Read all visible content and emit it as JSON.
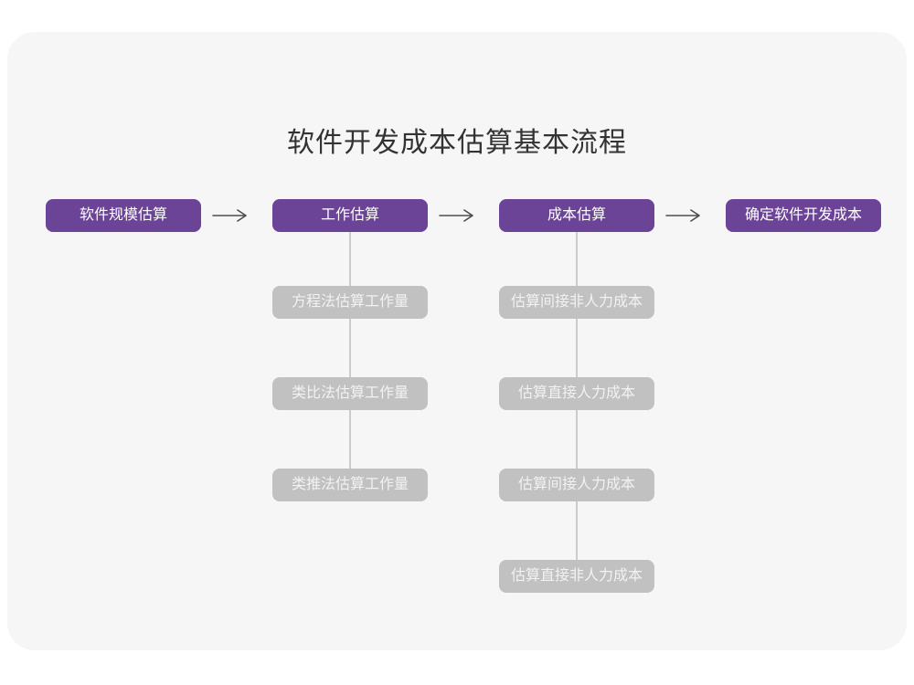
{
  "title": "软件开发成本估算基本流程",
  "colors": {
    "primary": "#6b4397",
    "primary_text": "#ffffff",
    "secondary": "#c1c1c1",
    "secondary_text": "#f2f2f2",
    "canvas": "#f6f6f6",
    "page": "#ffffff",
    "arrow": "#4d4d4d",
    "connector": "#cccccc",
    "title_text": "#333333"
  },
  "flow": {
    "type": "flowchart",
    "main_steps": [
      {
        "label": "软件规模估算"
      },
      {
        "label": "工作估算"
      },
      {
        "label": "成本估算"
      },
      {
        "label": "确定软件开发成本"
      }
    ],
    "effort_substeps": [
      {
        "label": "方程法估算工作量"
      },
      {
        "label": "类比法估算工作量"
      },
      {
        "label": "类推法估算工作量"
      }
    ],
    "cost_substeps": [
      {
        "label": "估算间接非人力成本"
      },
      {
        "label": "估算直接人力成本"
      },
      {
        "label": "估算间接人力成本"
      },
      {
        "label": "估算直接非人力成本"
      }
    ]
  }
}
